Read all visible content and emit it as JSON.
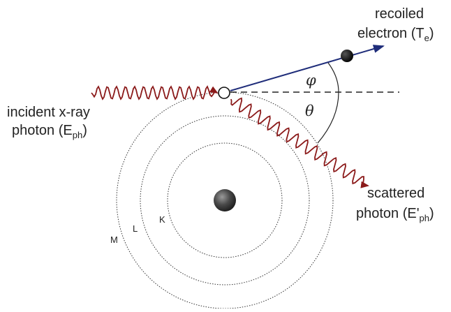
{
  "labels": {
    "recoiled_line1": "recoiled",
    "recoiled_line2": "electron (T",
    "recoiled_sub": "e",
    "recoiled_close": ")",
    "incident_line1": "incident x-ray",
    "incident_line2": "photon (E",
    "incident_sub": "ph",
    "incident_close": ")",
    "scattered_line1": "scattered",
    "scattered_line2": "photon (E'",
    "scattered_sub": "ph",
    "scattered_close": ")",
    "phi": "φ",
    "theta": "θ",
    "shell_k": "K",
    "shell_l": "L",
    "shell_m": "M"
  },
  "colors": {
    "photon": "#8b1a1a",
    "electron_track": "#1f2d7a",
    "nucleus": "#444444",
    "shell": "#333333"
  }
}
